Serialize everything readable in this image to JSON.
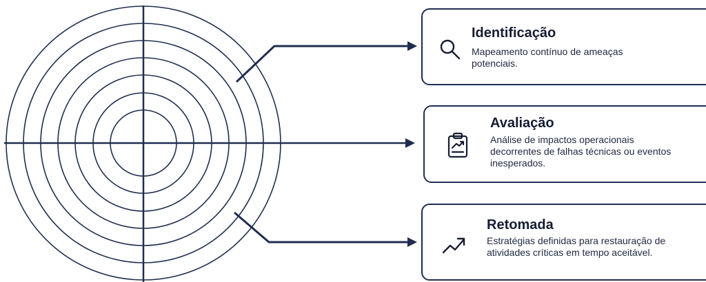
{
  "colors": {
    "line": "#1f2d4f",
    "text": "#161d33"
  },
  "cards": [
    {
      "icon": "magnifier-icon",
      "title": "Identificação",
      "description": "Mapeamento contínuo de ameaças potenciais."
    },
    {
      "icon": "clipboard-chart-icon",
      "title": "Avaliação",
      "description": "Análise de impactos operacionais decorrentes de falhas técnicas ou eventos inesperados."
    },
    {
      "icon": "trend-up-icon",
      "title": "Retomada",
      "description": "Estratégias definidas para restauração de atividades críticas em tempo aceitável."
    }
  ]
}
